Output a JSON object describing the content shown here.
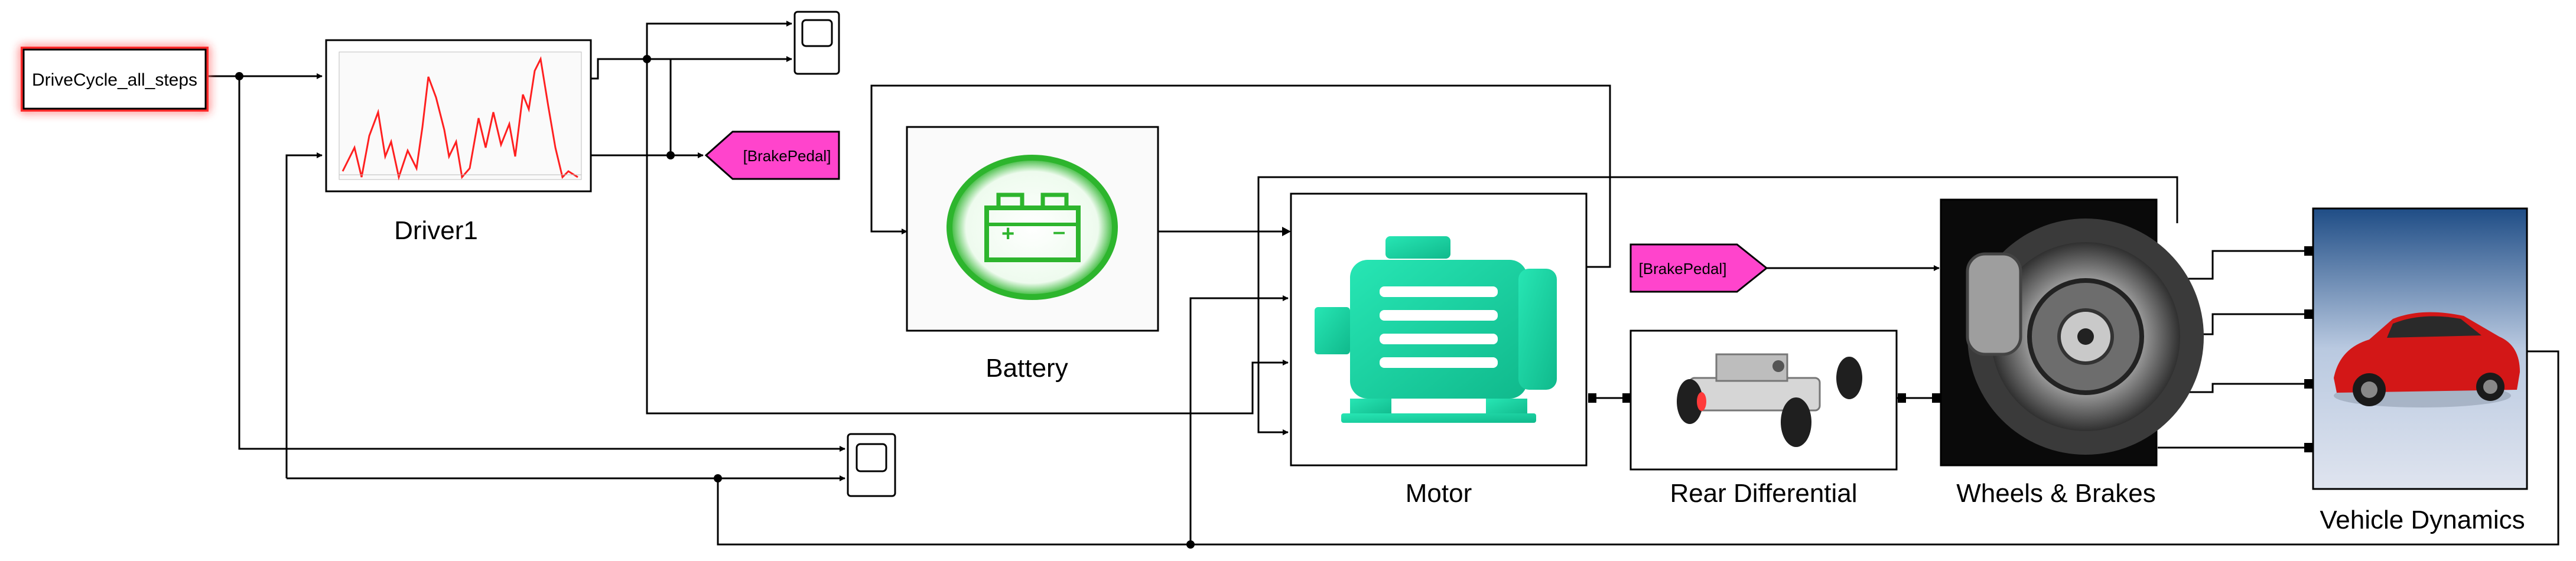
{
  "source_block": {
    "label": "DriveCycle_all_steps"
  },
  "blocks": {
    "driver": {
      "label": "Driver1"
    },
    "battery": {
      "label": "Battery"
    },
    "motor": {
      "label": "Motor"
    },
    "rear_differential": {
      "label": "Rear Differential"
    },
    "wheels_brakes": {
      "label": "Wheels & Brakes"
    },
    "vehicle_dynamics": {
      "label": "Vehicle Dynamics"
    }
  },
  "tags": {
    "goto": "[BrakePedal]",
    "from": "[BrakePedal]"
  },
  "colors": {
    "wire": "#000000",
    "tag_fill": "#ff44cc",
    "battery_green": "#2db52d",
    "motor_teal": "#19d3a6",
    "driver_trace": "#ff2020",
    "highlight": "#ff2a2a"
  },
  "icons": [
    "scope-icon",
    "battery-icon",
    "motor-icon",
    "axle-icon",
    "brake-disc-icon",
    "car-icon"
  ]
}
